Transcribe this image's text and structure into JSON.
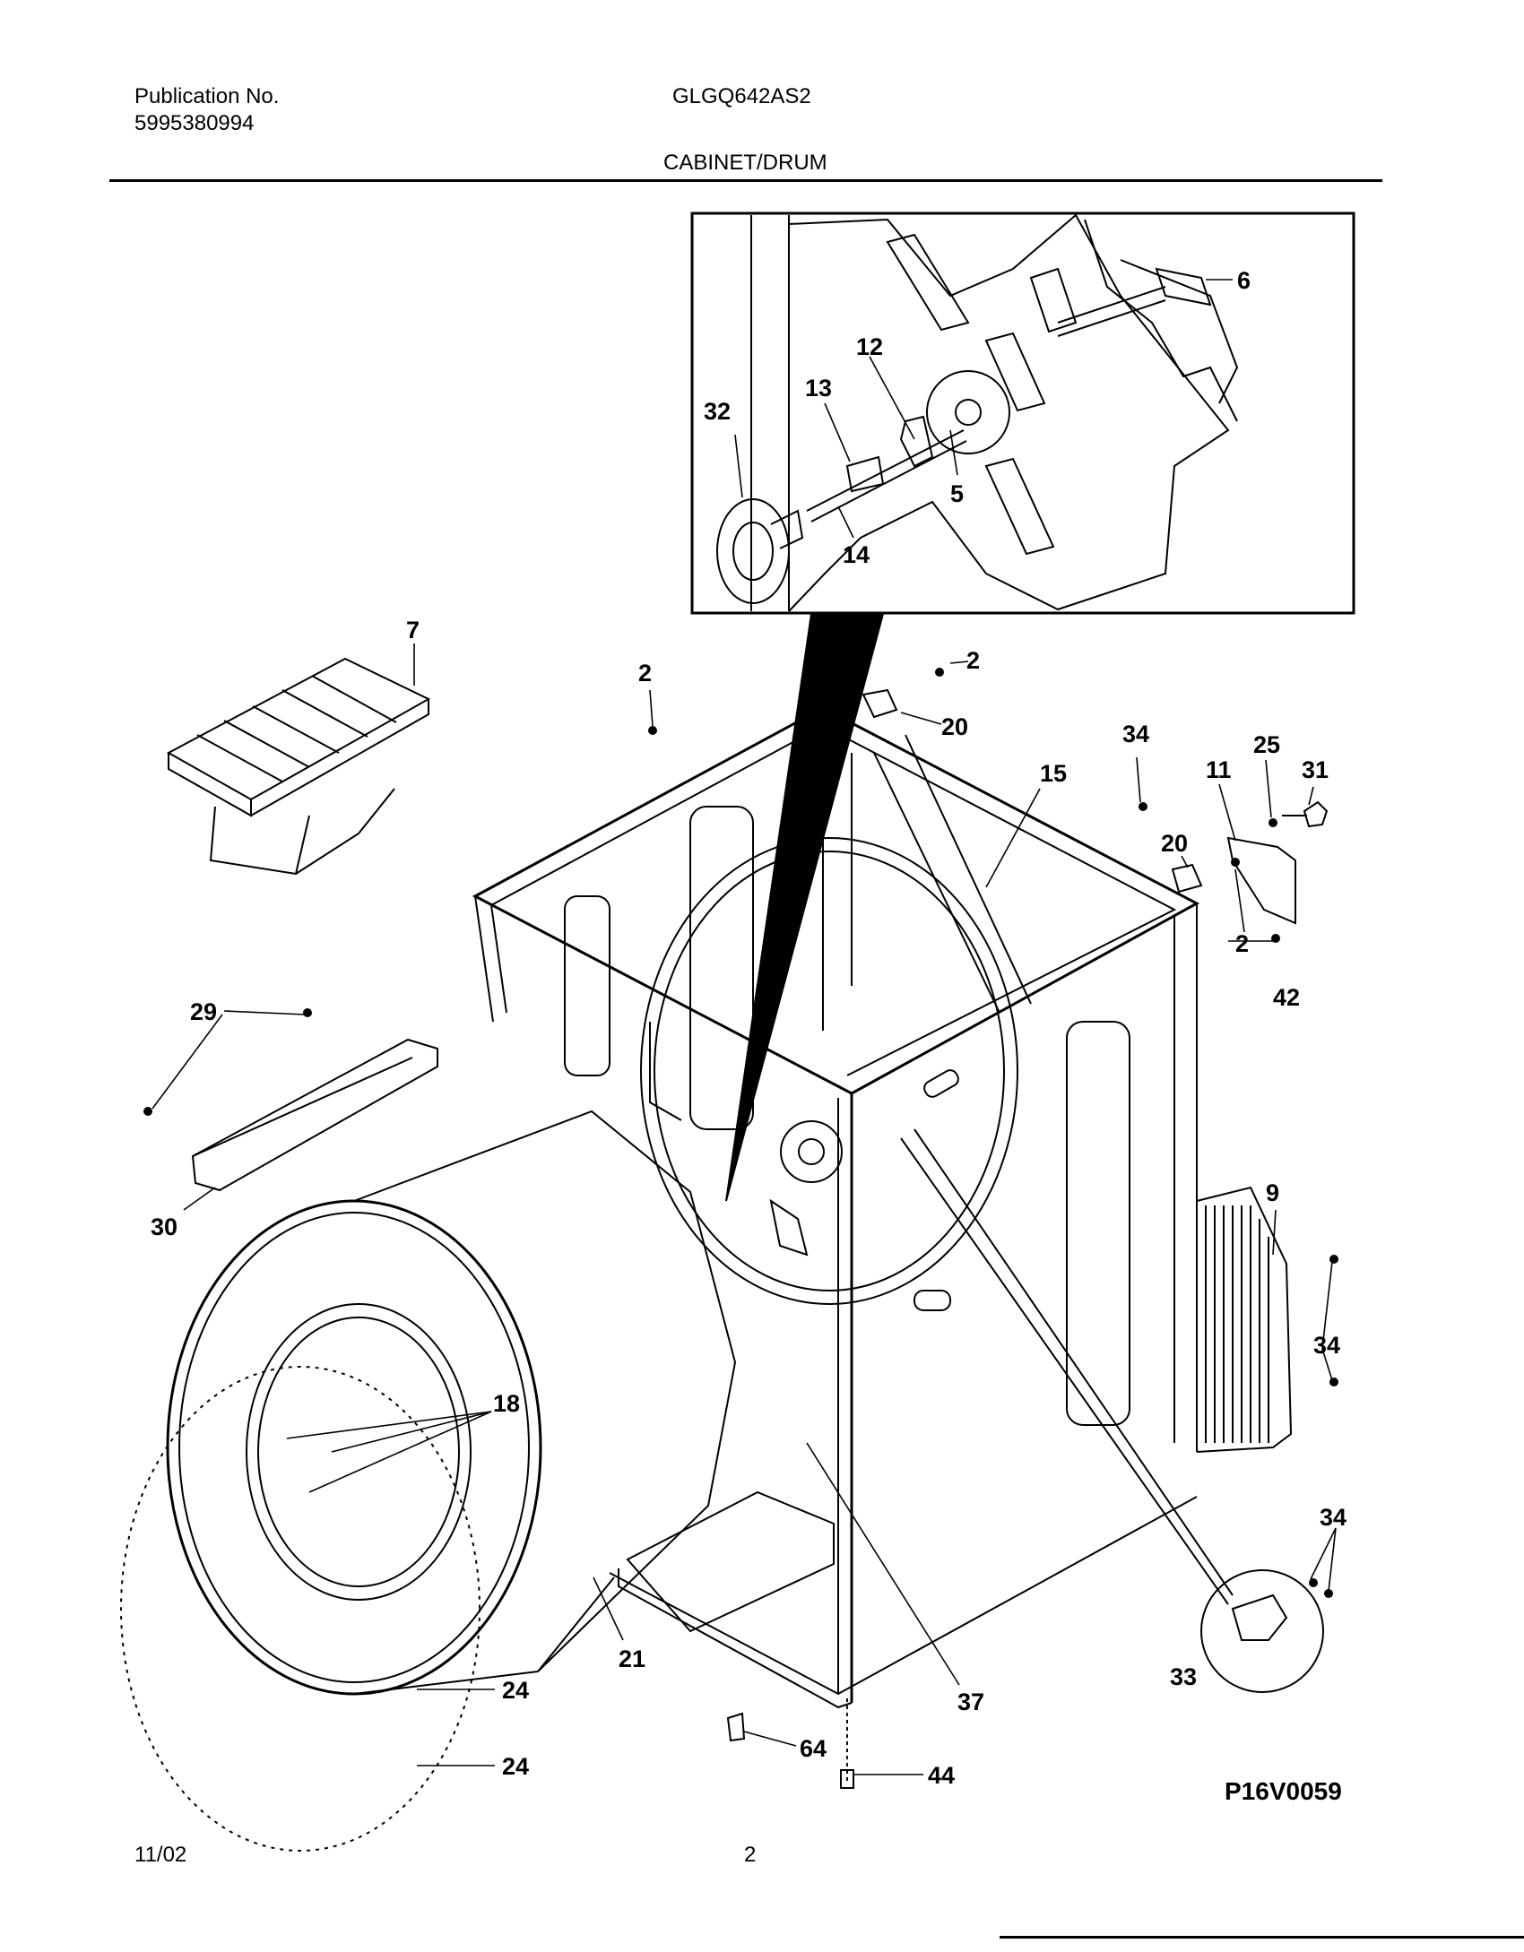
{
  "header": {
    "publication_label": "Publication No.",
    "publication_number": "5995380994",
    "model": "GLGQ642AS2",
    "section_title": "CABINET/DRUM"
  },
  "diagram": {
    "drawing_code": "P16V0059",
    "callouts": {
      "c6": "6",
      "c12": "12",
      "c13": "13",
      "c32": "32",
      "c14": "14",
      "c5": "5",
      "c7": "7",
      "c2a": "2",
      "c2b": "2",
      "c20a": "20",
      "c34a": "34",
      "c15": "15",
      "c25": "25",
      "c11": "11",
      "c31": "31",
      "c20b": "20",
      "c2c": "2",
      "c42": "42",
      "c29": "29",
      "c30": "30",
      "c9": "9",
      "c34b": "34",
      "c18": "18",
      "c34c": "34",
      "c33": "33",
      "c21": "21",
      "c24a": "24",
      "c24b": "24",
      "c37": "37",
      "c64": "64",
      "c44": "44"
    }
  },
  "footer": {
    "date": "11/02",
    "page": "2"
  }
}
